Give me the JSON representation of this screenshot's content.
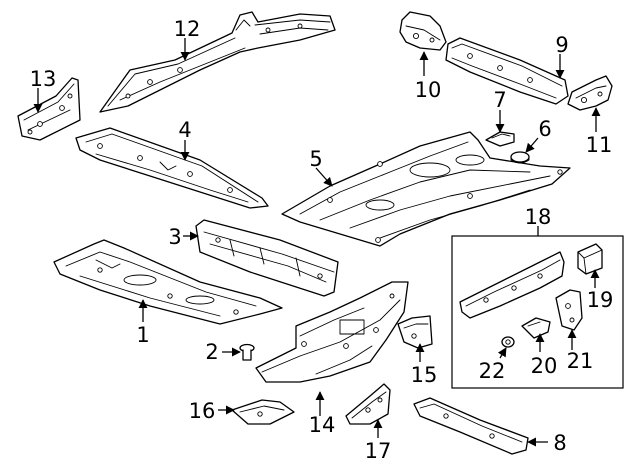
{
  "callouts": [
    {
      "id": "1",
      "label": "1"
    },
    {
      "id": "2",
      "label": "2"
    },
    {
      "id": "3",
      "label": "3"
    },
    {
      "id": "4",
      "label": "4"
    },
    {
      "id": "5",
      "label": "5"
    },
    {
      "id": "6",
      "label": "6"
    },
    {
      "id": "7",
      "label": "7"
    },
    {
      "id": "8",
      "label": "8"
    },
    {
      "id": "9",
      "label": "9"
    },
    {
      "id": "10",
      "label": "10"
    },
    {
      "id": "11",
      "label": "11"
    },
    {
      "id": "12",
      "label": "12"
    },
    {
      "id": "13",
      "label": "13"
    },
    {
      "id": "14",
      "label": "14"
    },
    {
      "id": "15",
      "label": "15"
    },
    {
      "id": "16",
      "label": "16"
    },
    {
      "id": "17",
      "label": "17"
    },
    {
      "id": "18",
      "label": "18"
    },
    {
      "id": "19",
      "label": "19"
    },
    {
      "id": "20",
      "label": "20"
    },
    {
      "id": "21",
      "label": "21"
    },
    {
      "id": "22",
      "label": "22"
    }
  ]
}
